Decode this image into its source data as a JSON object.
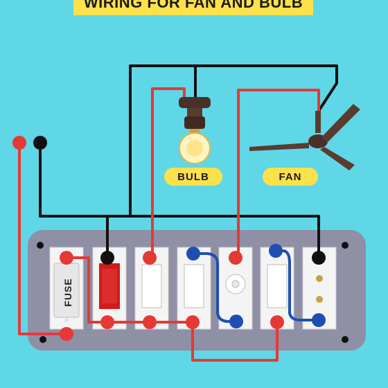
{
  "title": "WIRING FOR FAN AND BULB",
  "labels": {
    "bulb": "BULB",
    "fan": "FAN",
    "fuse": "FUSE"
  },
  "colors": {
    "background": "#5fd7e6",
    "label_bg": "#fde14a",
    "phase_wire": "#e53935",
    "neutral_wire": "#111111",
    "switch_link_wire": "#1e4fb0",
    "board": "#8f8fa6",
    "indicator": "#d11a1a"
  }
}
